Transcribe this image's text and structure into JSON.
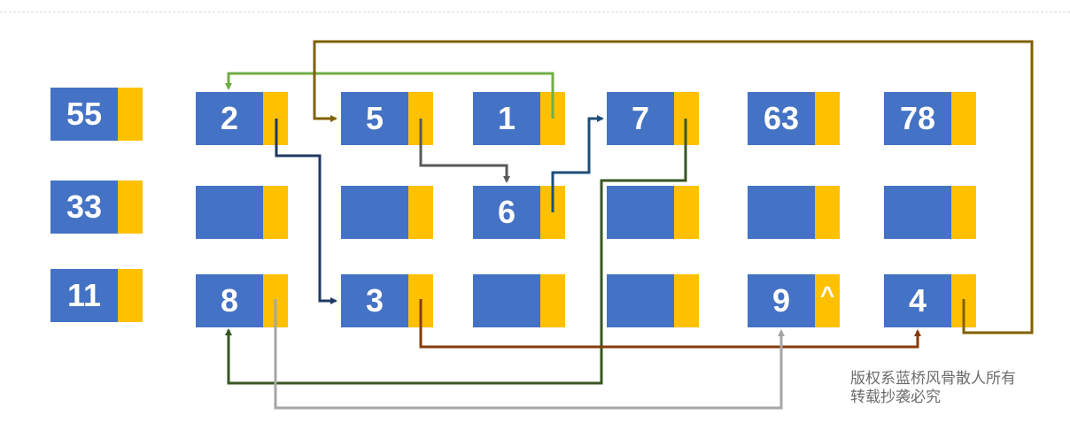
{
  "left_column": [
    {
      "value": "55"
    },
    {
      "value": "33"
    },
    {
      "value": "11"
    }
  ],
  "grid": {
    "row1": [
      {
        "value": "2",
        "pointer": ""
      },
      {
        "value": "5",
        "pointer": ""
      },
      {
        "value": "1",
        "pointer": ""
      },
      {
        "value": "7",
        "pointer": ""
      },
      {
        "value": "63",
        "pointer": ""
      },
      {
        "value": "78",
        "pointer": ""
      }
    ],
    "row2": [
      {
        "value": "",
        "pointer": ""
      },
      {
        "value": "",
        "pointer": ""
      },
      {
        "value": "6",
        "pointer": ""
      },
      {
        "value": "",
        "pointer": ""
      },
      {
        "value": "",
        "pointer": ""
      },
      {
        "value": "",
        "pointer": ""
      }
    ],
    "row3": [
      {
        "value": "8",
        "pointer": ""
      },
      {
        "value": "3",
        "pointer": ""
      },
      {
        "value": "",
        "pointer": ""
      },
      {
        "value": "",
        "pointer": ""
      },
      {
        "value": "9",
        "pointer": "^"
      },
      {
        "value": "4",
        "pointer": ""
      }
    ]
  },
  "colors": {
    "value_box": "#4472c4",
    "pointer_box": "#ffc000",
    "arrow_green_light": "#70ad47",
    "arrow_olive": "#806000",
    "arrow_gray_dark": "#595959",
    "arrow_navy": "#203864",
    "arrow_blue_dark": "#1f4e79",
    "arrow_green_dark": "#375623",
    "arrow_red_brown": "#843c0c",
    "arrow_gray": "#a6a6a6"
  },
  "watermark": {
    "line1": "版权系蓝桥风骨散人所有",
    "line2": "转载抄袭必究"
  }
}
